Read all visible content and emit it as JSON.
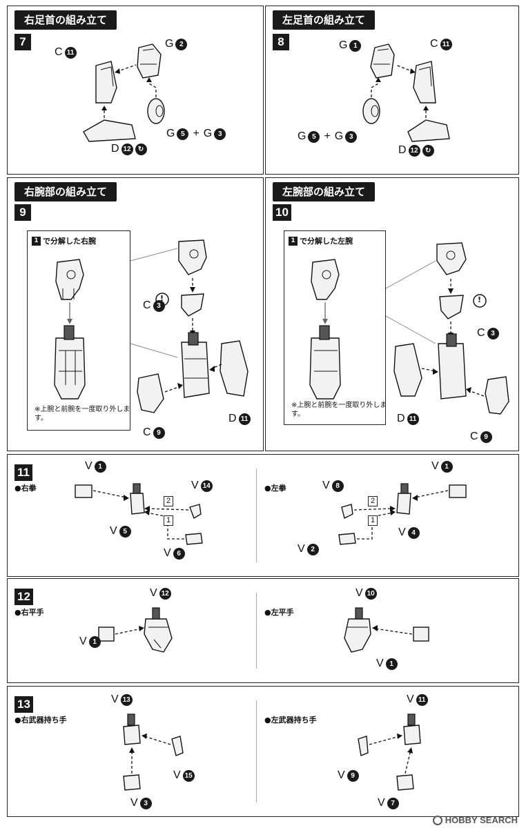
{
  "sections": {
    "s7": {
      "title": "右足首の組み立て",
      "step": "7"
    },
    "s8": {
      "title": "左足首の組み立て",
      "step": "8"
    },
    "s9": {
      "title": "右腕部の組み立て",
      "step": "9"
    },
    "s10": {
      "title": "左腕部の組み立て",
      "step": "10"
    },
    "s11": {
      "step": "11",
      "right_label": "●右拳",
      "left_label": "●左拳"
    },
    "s12": {
      "step": "12",
      "right_label": "●右平手",
      "left_label": "●左平手"
    },
    "s13": {
      "step": "13",
      "right_label": "●右武器持ち手",
      "left_label": "●左武器持ち手"
    }
  },
  "labels": {
    "s7_c11": {
      "letter": "C",
      "num": "11"
    },
    "s7_g2": {
      "letter": "G",
      "num": "2"
    },
    "s7_g5": {
      "letter": "G",
      "num": "5"
    },
    "s7_plus": "+",
    "s7_g3": {
      "letter": "G",
      "num": "3"
    },
    "s7_d12": {
      "letter": "D",
      "num": "12"
    },
    "s8_g1": {
      "letter": "G",
      "num": "1"
    },
    "s8_c11": {
      "letter": "C",
      "num": "11"
    },
    "s8_g5": {
      "letter": "G",
      "num": "5"
    },
    "s8_plus": "+",
    "s8_g3": {
      "letter": "G",
      "num": "3"
    },
    "s8_d12": {
      "letter": "D",
      "num": "12"
    },
    "s9_c3": {
      "letter": "C",
      "num": "3"
    },
    "s9_d11": {
      "letter": "D",
      "num": "11"
    },
    "s9_c9": {
      "letter": "C",
      "num": "9"
    },
    "s10_c3": {
      "letter": "C",
      "num": "3"
    },
    "s10_d11": {
      "letter": "D",
      "num": "11"
    },
    "s10_c9": {
      "letter": "C",
      "num": "9"
    },
    "s11r_v1": {
      "letter": "V",
      "num": "1"
    },
    "s11r_v14": {
      "letter": "V",
      "num": "14"
    },
    "s11r_v5": {
      "letter": "V",
      "num": "5"
    },
    "s11r_v6": {
      "letter": "V",
      "num": "6"
    },
    "s11l_v1": {
      "letter": "V",
      "num": "1"
    },
    "s11l_v8": {
      "letter": "V",
      "num": "8"
    },
    "s11l_v4": {
      "letter": "V",
      "num": "4"
    },
    "s11l_v2": {
      "letter": "V",
      "num": "2"
    },
    "s12r_v12": {
      "letter": "V",
      "num": "12"
    },
    "s12r_v1": {
      "letter": "V",
      "num": "1"
    },
    "s12l_v10": {
      "letter": "V",
      "num": "10"
    },
    "s12l_v1": {
      "letter": "V",
      "num": "1"
    },
    "s13r_v13": {
      "letter": "V",
      "num": "13"
    },
    "s13r_v15": {
      "letter": "V",
      "num": "15"
    },
    "s13r_v3": {
      "letter": "V",
      "num": "3"
    },
    "s13l_v11": {
      "letter": "V",
      "num": "11"
    },
    "s13l_v9": {
      "letter": "V",
      "num": "9"
    },
    "s13l_v7": {
      "letter": "V",
      "num": "7"
    }
  },
  "notes": {
    "s9": {
      "title_num": "1",
      "title": "で分解した右腕",
      "text": "※上腕と前腕を一度取り外します。"
    },
    "s10": {
      "title_num": "1",
      "title": "で分解した左腕",
      "text": "※上腕と前腕を一度取り外します。"
    }
  },
  "order_tags": {
    "first": "1",
    "second": "2"
  },
  "caution_mark": "!",
  "watermark": "HOBBY SEARCH",
  "icons": {
    "caution": "exclamation-circle-icon",
    "glue": "swirl-icon",
    "logo": "hobby-search-logo"
  }
}
